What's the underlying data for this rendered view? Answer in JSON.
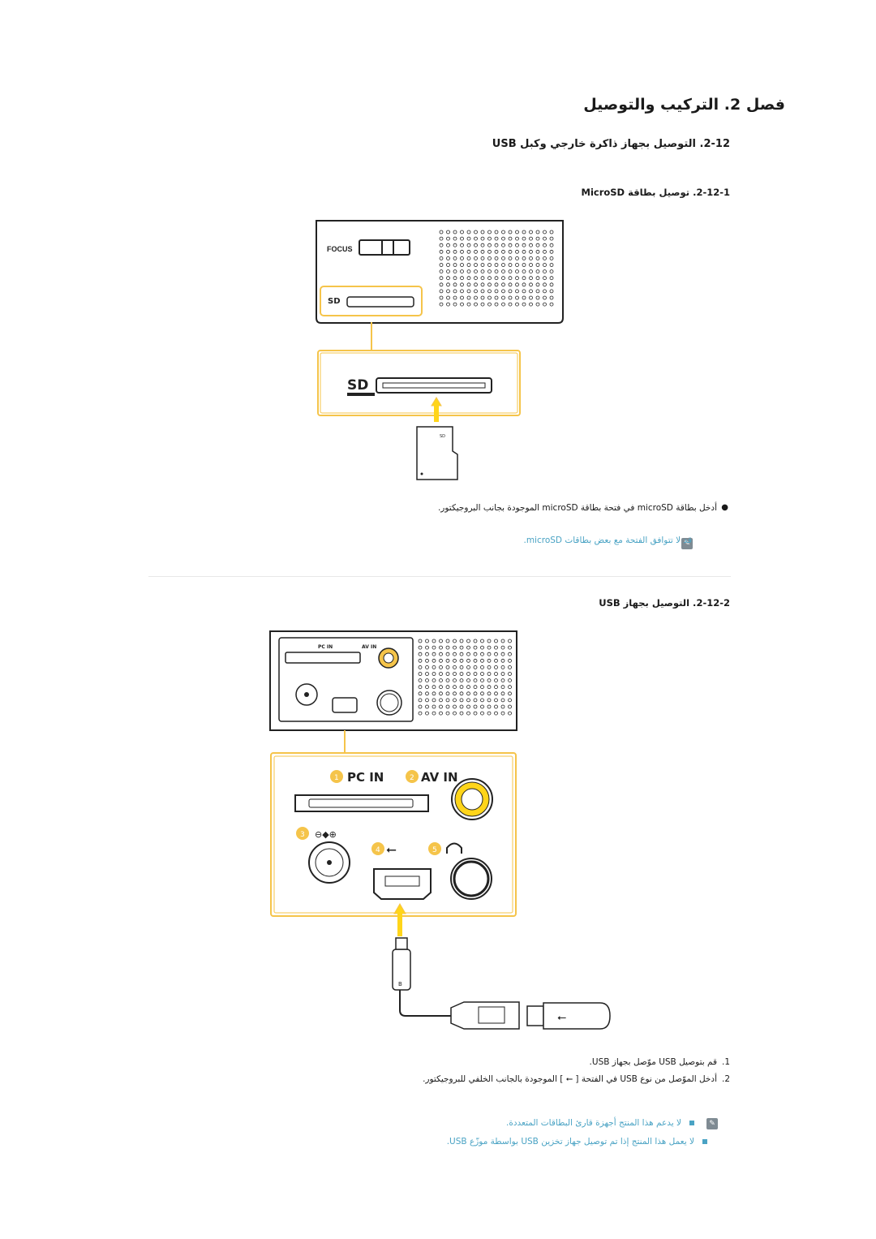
{
  "chapter": {
    "title": "فصل 2. التركيب والتوصيل"
  },
  "section": {
    "title": "2-12. التوصيل بجهاز ذاكرة خارجي وكبل USB"
  },
  "microsd": {
    "subtitle": "2-12-1. توصيل بطاقة MicroSD",
    "bullet": "أدخل بطاقة microSD في فتحة بطاقة microSD الموجودة بجانب البروجيكتور.",
    "note": "قد لا تتوافق الفتحة مع بعض بطاقات microSD.",
    "figure": {
      "focus_label": "FOCUS"
    }
  },
  "usb": {
    "subtitle": "2-12-2. التوصيل بجهاز USB",
    "figure": {
      "port_labels": [
        "PC IN",
        "AV IN"
      ],
      "callouts": [
        "1",
        "2",
        "3",
        "4",
        "5"
      ],
      "plug_label": "B"
    },
    "steps": [
      {
        "num": "1.",
        "text": "قم بتوصيل USB موّصل بجهاز USB."
      },
      {
        "num": "2.",
        "text": "أدخل الموّصل من نوع USB في الفتحة [ ⭠ ] الموجودة بالجانب الخلفي للبروجيكتور."
      }
    ],
    "notes": [
      "لا يدعم هذا المنتج أجهزة قارئ البطاقات المتعددة.",
      "لا يعمل هذا المنتج إذا تم توصيل جهاز تخزين USB بواسطة موزّع USB."
    ]
  },
  "colors": {
    "highlight": "#f5c44a",
    "note_text": "#4aa3c4",
    "device_outline": "#222222",
    "port_yellow": "#ffd51a"
  }
}
